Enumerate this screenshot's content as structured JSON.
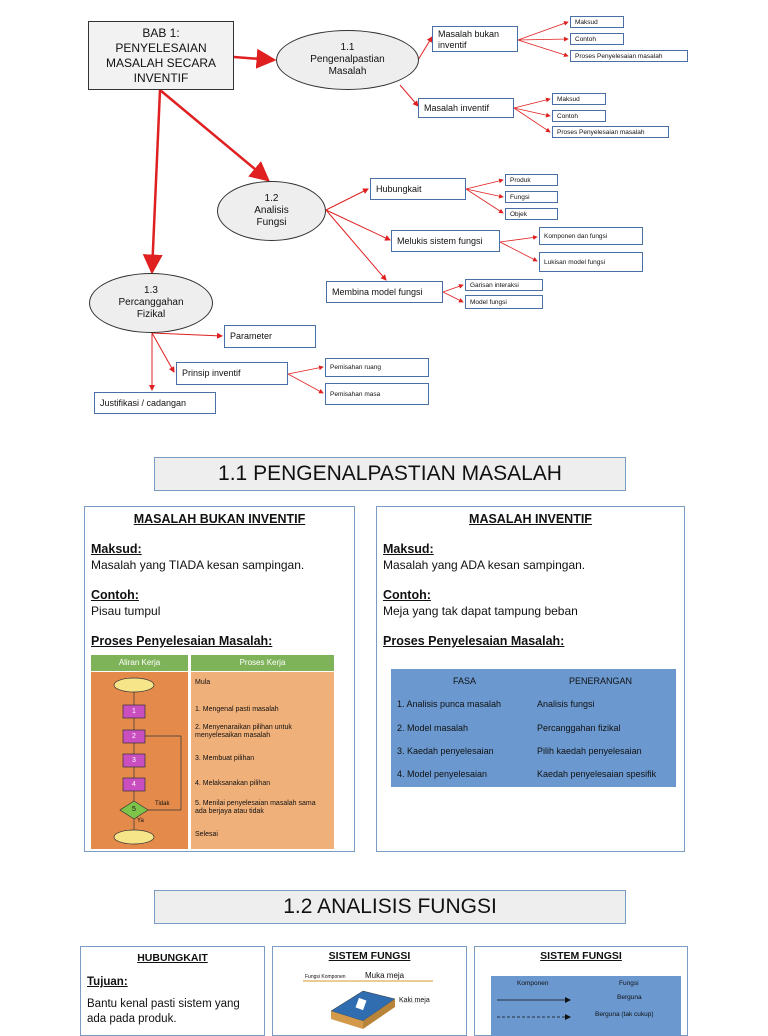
{
  "mindmap": {
    "root": "BAB 1: PENYELESAIAN MASALAH SECARA INVENTIF",
    "nodes": {
      "n11": {
        "num": "1.1",
        "label": "Pengenalpastian Masalah"
      },
      "n12": {
        "num": "1.2",
        "label": "Analisis Fungsi"
      },
      "n13": {
        "num": "1.3",
        "label": "Percanggahan Fizikal"
      }
    },
    "n11_children": {
      "bukan": "Masalah bukan inventif",
      "inventif": "Masalah inventif",
      "bukan_leaves": [
        "Maksud",
        "Contoh",
        "Proses Penyelesaian masalah"
      ],
      "inventif_leaves": [
        "Maksud",
        "Contoh",
        "Proses Penyelesaian masalah"
      ]
    },
    "n12_children": {
      "hubungkait": "Hubungkait",
      "melukis": "Melukis sistem fungsi",
      "membina": "Membina model fungsi",
      "hubungkait_leaves": [
        "Produk",
        "Fungsi",
        "Objek"
      ],
      "melukis_leaves": [
        "Komponen dan fungsi",
        "Lukisan model fungsi"
      ],
      "membina_leaves": [
        "Garisan interaksi",
        "Model fungsi"
      ]
    },
    "n13_children": {
      "parameter": "Parameter",
      "prinsip": "Prinsip inventif",
      "justifikasi": "Justifikasi / cadangan",
      "prinsip_leaves": [
        "Pemisahan ruang",
        "Pemisahan masa"
      ]
    }
  },
  "section1": {
    "banner": "1.1 PENGENALPASTIAN MASALAH",
    "left": {
      "title": "MASALAH BUKAN INVENTIF",
      "maksud_label": "Maksud:",
      "maksud": "Masalah yang TIADA kesan sampingan.",
      "contoh_label": "Contoh:",
      "contoh": "Pisau tumpul",
      "proses_label": "Proses Penyelesaian Masalah:",
      "flow_head_left": "Aliran Kerja",
      "flow_head_right": "Proses Kerja",
      "flow_steps": [
        "Mula",
        "1.  Mengenal pasti masalah",
        "2.  Menyenaraikan pilihan untuk menyelesaikan masalah",
        "3.  Membuat pilihan",
        "4.  Melaksanakan pilihan",
        "5.  Menilai penyelesaian masalah sama ada berjaya atau tidak",
        "Selesai"
      ],
      "flow_nums": [
        "1",
        "2",
        "3",
        "4",
        "5"
      ],
      "flow_tidak": "Tidak",
      "flow_ya": "Ya"
    },
    "right": {
      "title": "MASALAH INVENTIF",
      "maksud_label": "Maksud:",
      "maksud": "Masalah yang ADA kesan sampingan.",
      "contoh_label": "Contoh:",
      "contoh": "Meja yang tak dapat tampung beban",
      "proses_label": "Proses Penyelesaian Masalah:",
      "table_headers": [
        "FASA",
        "PENERANGAN"
      ],
      "table_rows": [
        [
          "1. Analisis punca masalah",
          "Analisis fungsi"
        ],
        [
          "2. Model masalah",
          "Percanggahan fizikal"
        ],
        [
          "3. Kaedah penyelesaian",
          "Pilih kaedah penyelesaian"
        ],
        [
          "4. Model penyelesaian",
          "Kaedah penyelesaian spesifik"
        ]
      ]
    }
  },
  "section2": {
    "banner": "1.2 ANALISIS FUNGSI",
    "p1": {
      "title": "HUBUNGKAIT",
      "tujuan_label": "Tujuan:",
      "tujuan_line1": "Bantu kenal pasti sistem yang",
      "tujuan_line2": "ada pada produk."
    },
    "p2": {
      "title": "SISTEM FUNGSI",
      "label_left": "Fungsi Komponen",
      "label_top": "Muka meja",
      "label_side": "Kaki meja"
    },
    "p3": {
      "title": "SISTEM FUNGSI",
      "headers": [
        "Komponen",
        "Fungsi"
      ],
      "row1": "Berguna",
      "row2": "Berguna (tak cukup)"
    }
  },
  "colors": {
    "arrow": "#e02020",
    "panel_border": "#7a9cc4",
    "table_bg": "#6a98cf"
  }
}
